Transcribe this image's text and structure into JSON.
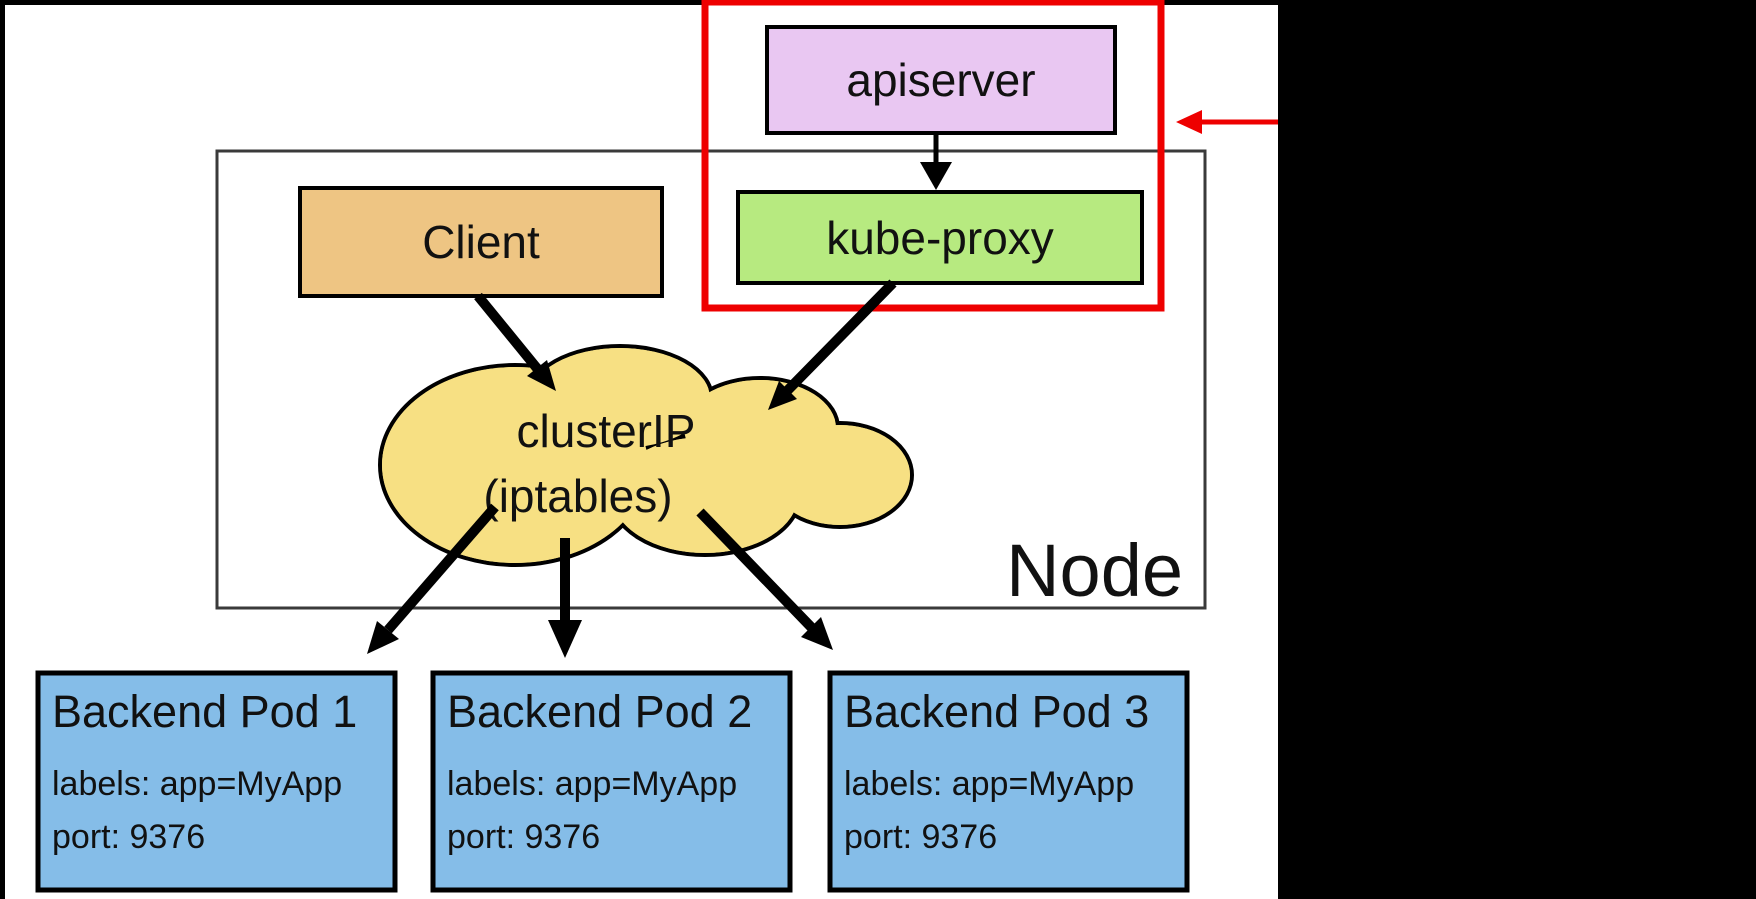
{
  "canvas": {
    "background": "#ffffff",
    "letterbox_color": "#000000"
  },
  "colors": {
    "apiserver_fill": "#e9c7f2",
    "kube_proxy_fill": "#b7ea80",
    "client_fill": "#eec583",
    "cloud_fill": "#f7e083",
    "pod_fill": "#85bde8",
    "highlight_red": "#ee0000",
    "box_border": "#000000",
    "node_border": "#3a3a3a",
    "arrow_black": "#000000"
  },
  "node": {
    "label": "Node"
  },
  "boxes": {
    "apiserver": {
      "label": "apiserver"
    },
    "kube_proxy": {
      "label": "kube-proxy"
    },
    "client": {
      "label": "Client"
    }
  },
  "cloud": {
    "line1": "clusterIP",
    "line2": "(iptables)"
  },
  "pods": [
    {
      "title": "Backend Pod 1",
      "labels_line": "labels: app=MyApp",
      "port_line": "port: 9376"
    },
    {
      "title": "Backend Pod 2",
      "labels_line": "labels: app=MyApp",
      "port_line": "port: 9376"
    },
    {
      "title": "Backend Pod 3",
      "labels_line": "labels: app=MyApp",
      "port_line": "port: 9376"
    }
  ]
}
